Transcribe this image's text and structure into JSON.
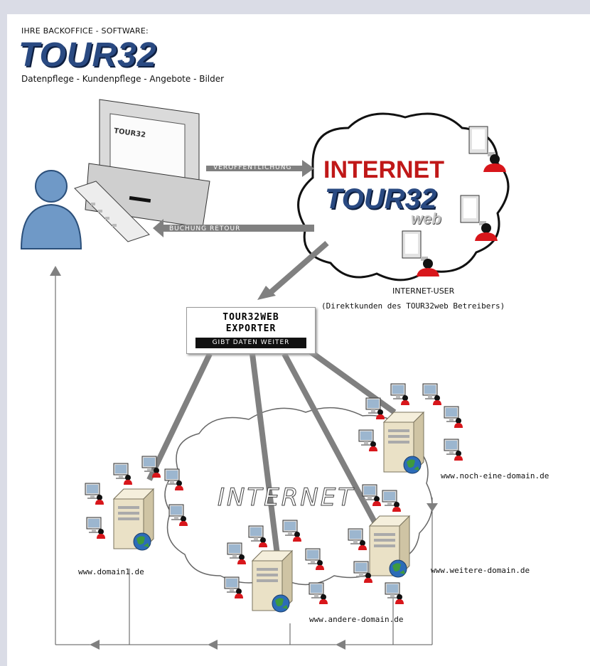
{
  "brand": {
    "pretitle": "IHRE BACKOFFICE - SOFTWARE:",
    "logo": "TOUR32",
    "tagline": "Datenpflege - Kundenpflege - Angebote - Bilder"
  },
  "backoffice": {
    "screen_text": "TOUR32",
    "arrow_out": "VERÖFFENTLICHUNG",
    "arrow_in": "BUCHUNG RETOUR"
  },
  "internet_cloud": {
    "title": "INTERNET",
    "logo": "TOUR32",
    "logo_sub": "web"
  },
  "internet_user": {
    "label": "INTERNET-USER",
    "sublabel": "(Direktkunden des TOUR32web Betreibers)"
  },
  "exporter": {
    "line1": "TOUR32WEB",
    "line2": "EXPORTER",
    "subline": "GIBT DATEN WEITER"
  },
  "lower_cloud": {
    "label": "INTERNET"
  },
  "domains": [
    "www.domain1.de",
    "www.andere-domain.de",
    "www.weitere-domain.de",
    "www.noch-eine-domain.de"
  ],
  "colors": {
    "page_border": "#dadce6",
    "brand_blue": "#2a4a82",
    "internet_red": "#c01818",
    "user_red": "#d8161b",
    "arrow_gray": "#808080"
  }
}
